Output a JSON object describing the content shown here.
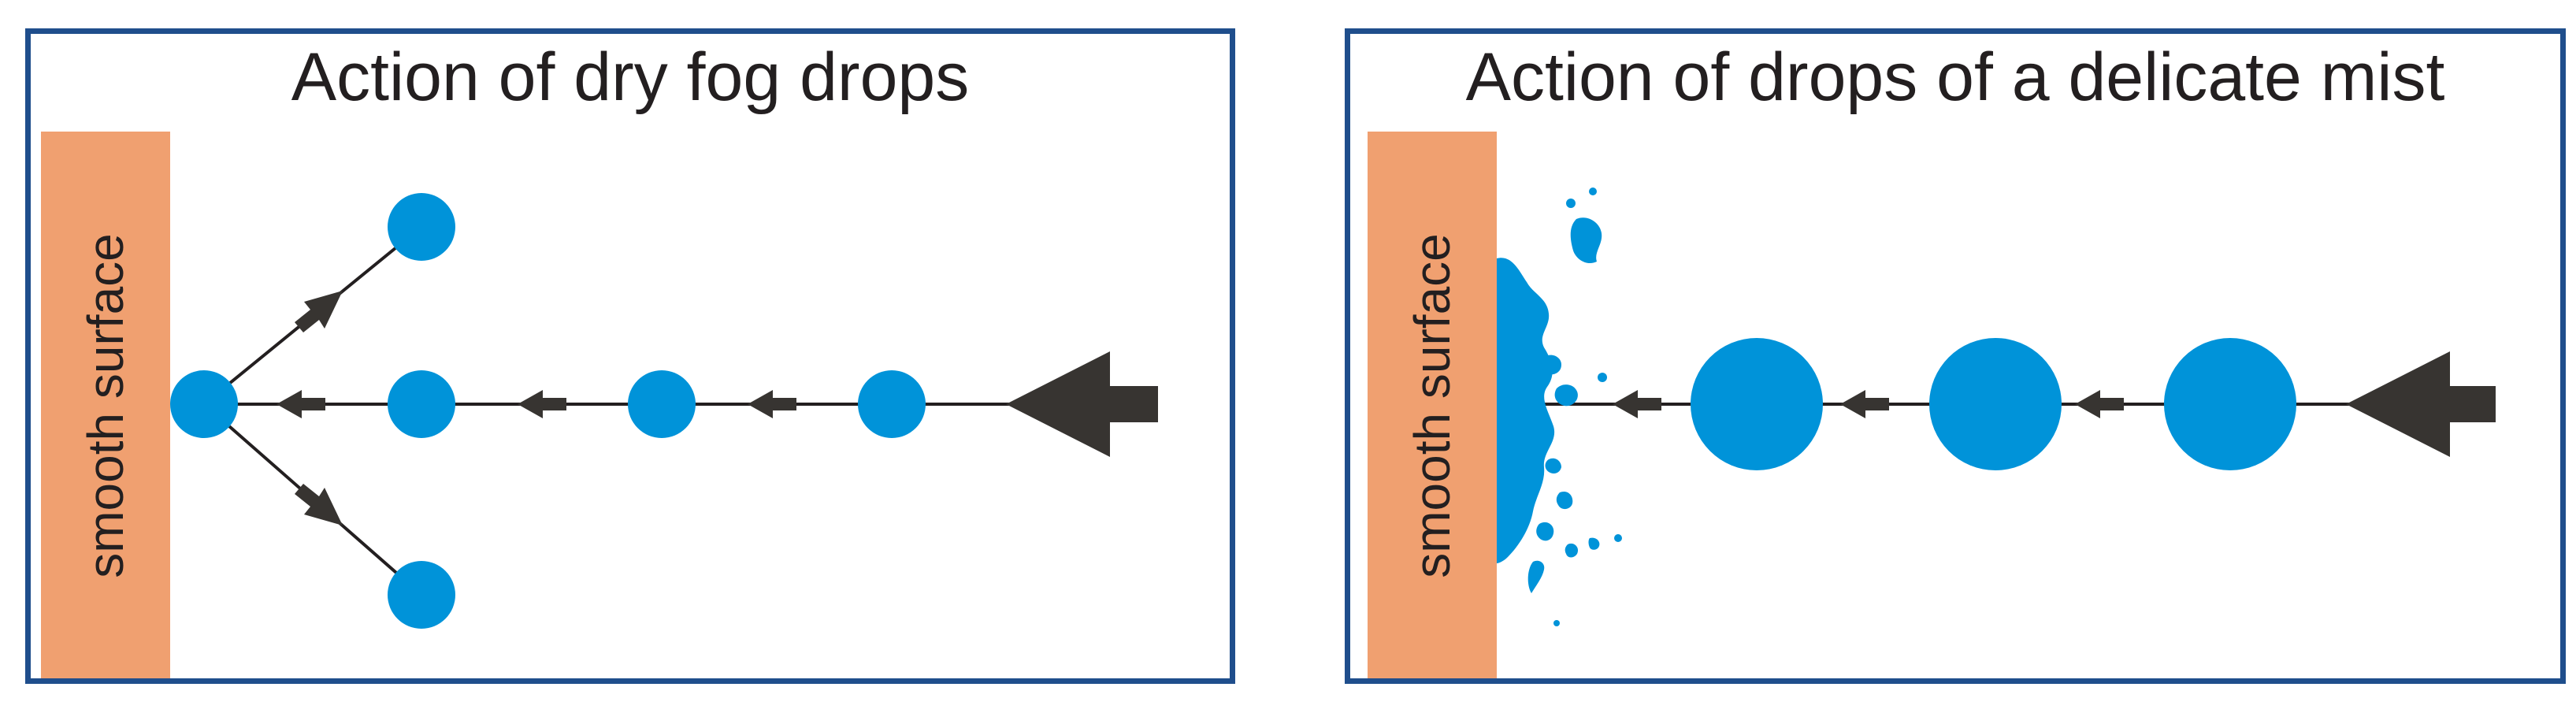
{
  "panels": [
    {
      "title": "Action of dry fog drops",
      "surface_label": "smooth surface"
    },
    {
      "title": "Action of drops of a delicate mist",
      "surface_label": "smooth surface"
    }
  ],
  "colors": {
    "border": "#1f4e8c",
    "surface": "#f0a070",
    "drop": "#0093d9",
    "arrow": "#373431",
    "text": "#231f20"
  }
}
